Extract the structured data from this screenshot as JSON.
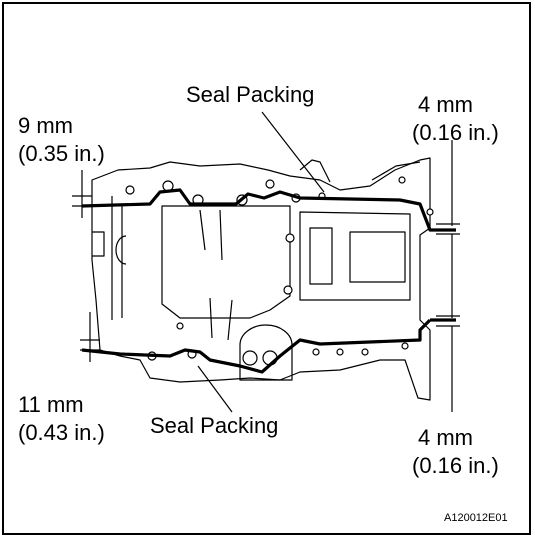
{
  "labels": {
    "seal_packing_top": "Seal Packing",
    "seal_packing_bottom": "Seal Packing",
    "top_left_mm": "9 mm",
    "top_left_in": "(0.35 in.)",
    "top_right_mm": "4 mm",
    "top_right_in": "(0.16 in.)",
    "bottom_left_mm": "11 mm",
    "bottom_left_in": "(0.43 in.)",
    "bottom_right_mm": "4 mm",
    "bottom_right_in": "(0.16 in.)"
  },
  "figure_code": "A120012E01"
}
